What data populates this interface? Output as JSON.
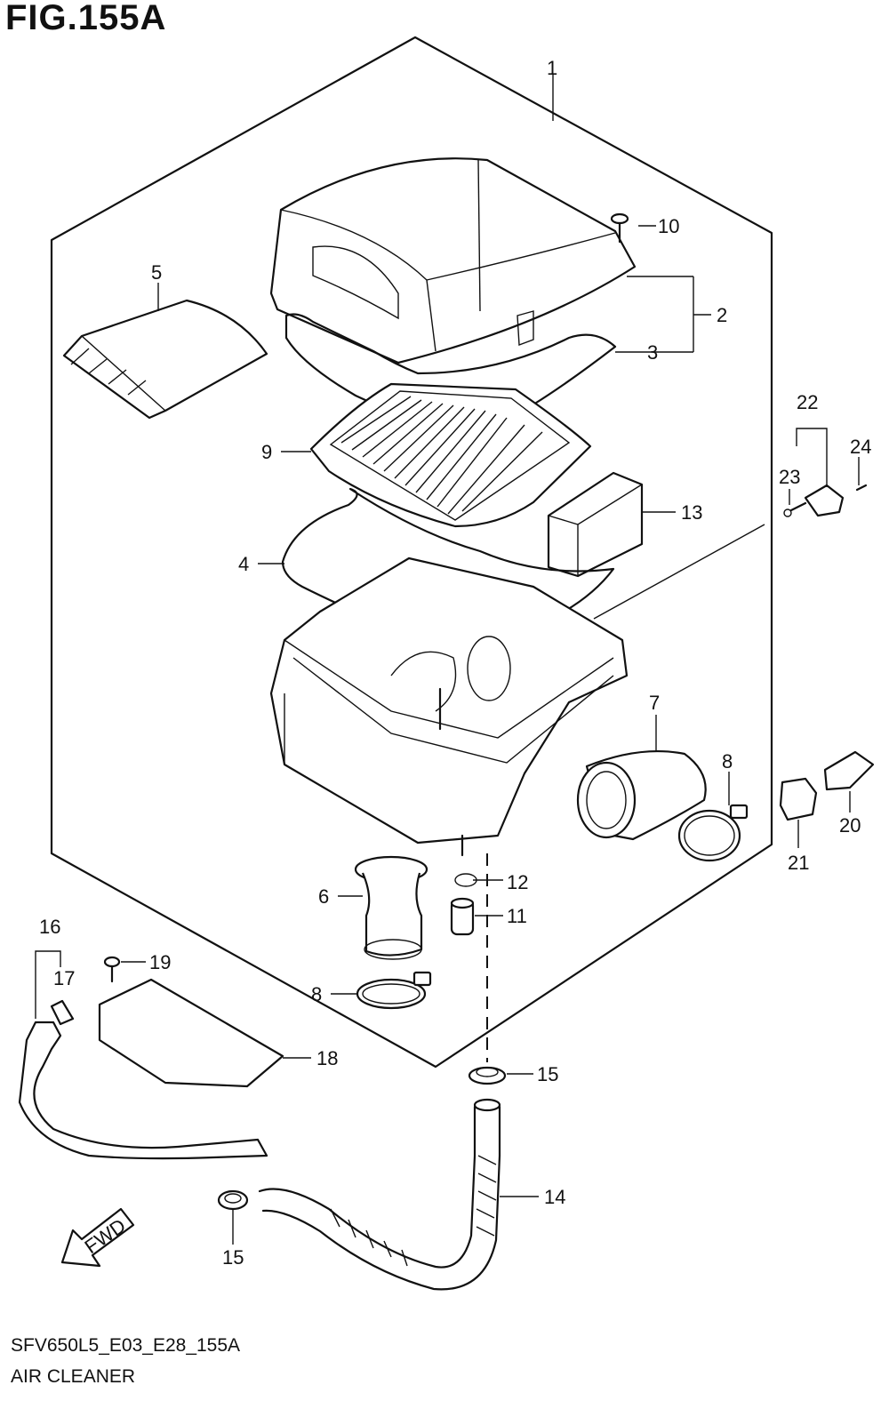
{
  "figure": {
    "title": "FIG.155A",
    "code": "SFV650L5_E03_E28_155A",
    "name": "AIR CLEANER",
    "direction_label": "FWD"
  },
  "callouts": [
    {
      "id": "c1",
      "label": "1"
    },
    {
      "id": "c2",
      "label": "2"
    },
    {
      "id": "c3",
      "label": "3"
    },
    {
      "id": "c4",
      "label": "4"
    },
    {
      "id": "c5",
      "label": "5"
    },
    {
      "id": "c6",
      "label": "6"
    },
    {
      "id": "c7",
      "label": "7"
    },
    {
      "id": "c8a",
      "label": "8"
    },
    {
      "id": "c8b",
      "label": "8"
    },
    {
      "id": "c9",
      "label": "9"
    },
    {
      "id": "c10",
      "label": "10"
    },
    {
      "id": "c11",
      "label": "11"
    },
    {
      "id": "c12",
      "label": "12"
    },
    {
      "id": "c13",
      "label": "13"
    },
    {
      "id": "c14",
      "label": "14"
    },
    {
      "id": "c15a",
      "label": "15"
    },
    {
      "id": "c15b",
      "label": "15"
    },
    {
      "id": "c16",
      "label": "16"
    },
    {
      "id": "c17",
      "label": "17"
    },
    {
      "id": "c18",
      "label": "18"
    },
    {
      "id": "c19",
      "label": "19"
    },
    {
      "id": "c20",
      "label": "20"
    },
    {
      "id": "c21",
      "label": "21"
    },
    {
      "id": "c22",
      "label": "22"
    },
    {
      "id": "c23",
      "label": "23"
    },
    {
      "id": "c24",
      "label": "24"
    }
  ]
}
